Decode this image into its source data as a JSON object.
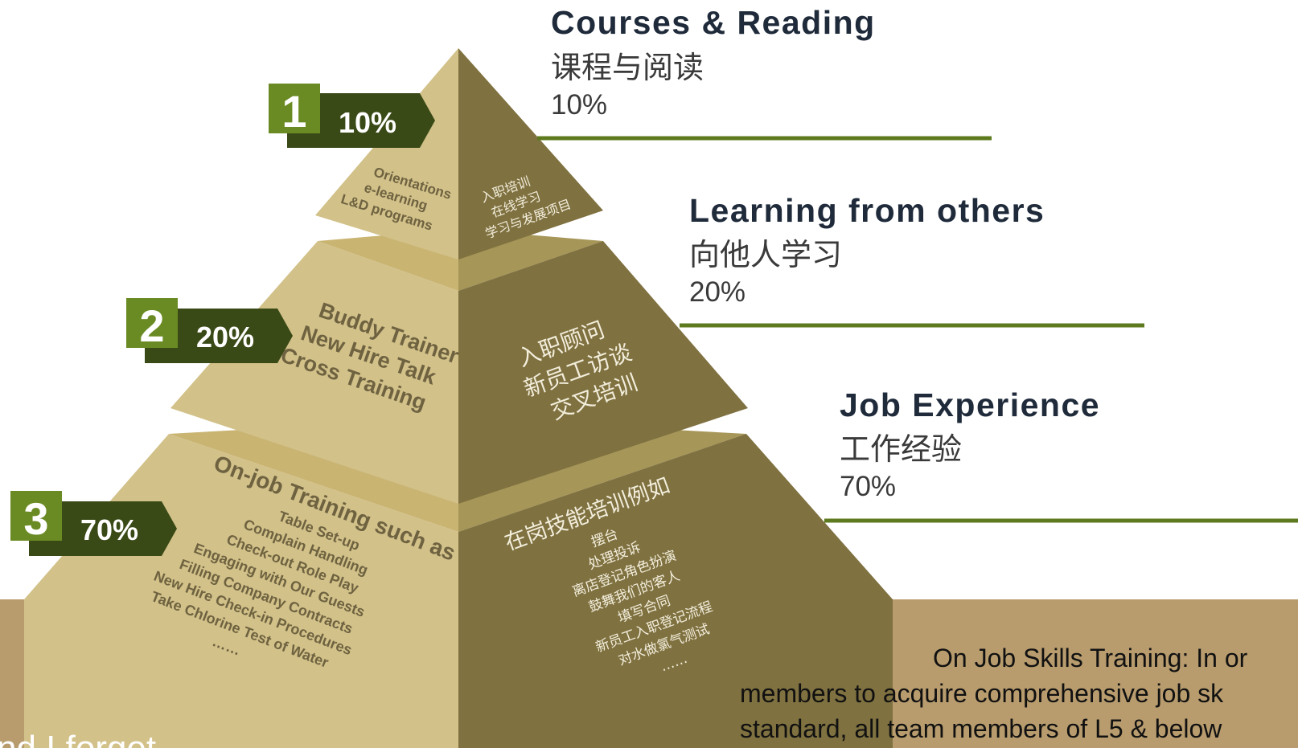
{
  "colors": {
    "ground": "#B89C6E",
    "left_face": "#D2C189",
    "right_face": "#7F7140",
    "band_left": "#C9B472",
    "band_right": "#A69658",
    "connector": "#5E7A1E",
    "badge_green": "#6A8B23",
    "badge_dark": "#3A4A17",
    "heading": "#1F2A3A",
    "tier_text_left": "#6E6240",
    "tier_text_right": "#F3EEDC"
  },
  "levels": [
    {
      "number": "1",
      "percent_badge": "10%",
      "title": "Courses & Reading",
      "title_cn": "课程与阅读",
      "percent": "10%",
      "left_lines": [
        "Orientations",
        "e-learning",
        "L&D programs"
      ],
      "right_lines": [
        "入职培训",
        "在线学习",
        "学习与发展项目"
      ]
    },
    {
      "number": "2",
      "percent_badge": "20%",
      "title": "Learning from others",
      "title_cn": "向他人学习",
      "percent": "20%",
      "left_lines": [
        "Buddy Trainer",
        "New Hire Talk",
        "Cross Training"
      ],
      "right_lines": [
        "入职顾问",
        "新员工访谈",
        "交叉培训"
      ]
    },
    {
      "number": "3",
      "percent_badge": "70%",
      "title": "Job Experience",
      "title_cn": "工作经验",
      "percent": "70%",
      "left_heading": "On-job Training such as",
      "left_lines": [
        "Table Set-up",
        "Complain Handling",
        "Check-out Role Play",
        "Engaging with Our Guests",
        "Filling Company Contracts",
        "New Hire Check-in Procedures",
        "Take  Chlorine Test of Water",
        "……"
      ],
      "right_heading": "在岗技能培训例如",
      "right_lines": [
        "摆台",
        "处理投诉",
        "离店登记角色扮演",
        "鼓舞我们的客人",
        "填写合同",
        "新员工入职登记流程",
        "对水做氯气测试",
        "……"
      ]
    }
  ],
  "body_text": {
    "line1": "On Job Skills Training:  In or",
    "line2": "members to acquire comprehensive job sk",
    "line3": "standard, all team members of L5 & below"
  },
  "corner_text": "nd I forget"
}
